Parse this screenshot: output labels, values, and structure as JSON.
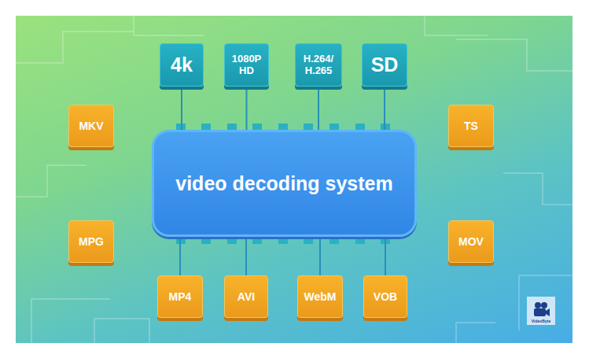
{
  "diagram": {
    "nodes": [
      {
        "text": [
          "video decoding system"
        ]
      },
      {
        "text": [
          "4k"
        ]
      },
      {
        "text": [
          "1080P HD"
        ]
      },
      {
        "text": [
          "H.264/ H.265"
        ]
      },
      {
        "text": [
          "SD"
        ]
      },
      {
        "text": [
          "MKV"
        ]
      },
      {
        "text": [
          "TS"
        ]
      },
      {
        "text": [
          "MPG"
        ]
      },
      {
        "text": [
          "MOV"
        ]
      },
      {
        "text": [
          "MP4"
        ]
      },
      {
        "text": [
          "AVI"
        ]
      },
      {
        "text": [
          "WebM"
        ]
      },
      {
        "text": [
          "VOB"
        ]
      }
    ],
    "edges": [
      {
        "from": 1,
        "to": 0,
        "arrow": "none"
      },
      {
        "from": 2,
        "to": 0,
        "arrow": "none"
      },
      {
        "from": 3,
        "to": 0,
        "arrow": "none"
      },
      {
        "from": 4,
        "to": 0,
        "arrow": "none"
      },
      {
        "from": 9,
        "to": 0,
        "arrow": "none"
      },
      {
        "from": 10,
        "to": 0,
        "arrow": "none"
      },
      {
        "from": 11,
        "to": 0,
        "arrow": "none"
      },
      {
        "from": 12,
        "to": 0,
        "arrow": "none"
      }
    ],
    "labels": [
      "VideoByte"
    ]
  }
}
